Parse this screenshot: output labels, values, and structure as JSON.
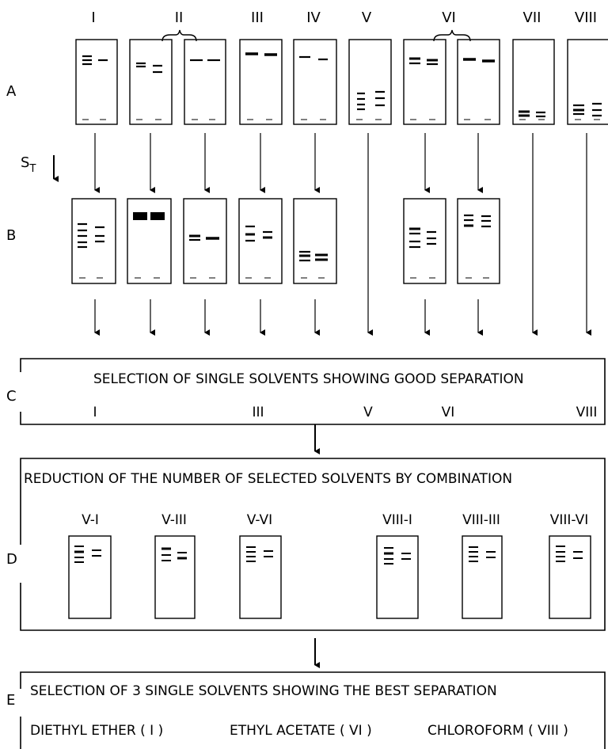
{
  "top_labels": [
    "I",
    "II",
    "III",
    "IV",
    "V",
    "VI",
    "VII",
    "VIII"
  ],
  "row_labels": {
    "a": "A",
    "b": "B",
    "c": "C",
    "d": "D",
    "e": "E"
  },
  "st_label": {
    "main": "S",
    "sub": "T"
  },
  "box_c": {
    "title": "SELECTION OF SINGLE SOLVENTS SHOWING GOOD SEPARATION",
    "labels": [
      "I",
      "III",
      "V",
      "VI",
      "VIII"
    ]
  },
  "box_d": {
    "title": "REDUCTION OF THE NUMBER OF SELECTED SOLVENTS BY COMBINATION",
    "labels": [
      "V-I",
      "V-III",
      "V-VI",
      "VIII-I",
      "VIII-III",
      "VIII-VI"
    ]
  },
  "box_e": {
    "title": "SELECTION OF 3 SINGLE SOLVENTS SHOWING THE BEST SEPARATION",
    "solvents": [
      "DIETHYL ETHER ( I )",
      "ETHYL ACETATE ( VI )",
      "CHLOROFORM ( VIII )"
    ]
  },
  "colors": {
    "ink": "#000000",
    "background": "#ffffff"
  }
}
